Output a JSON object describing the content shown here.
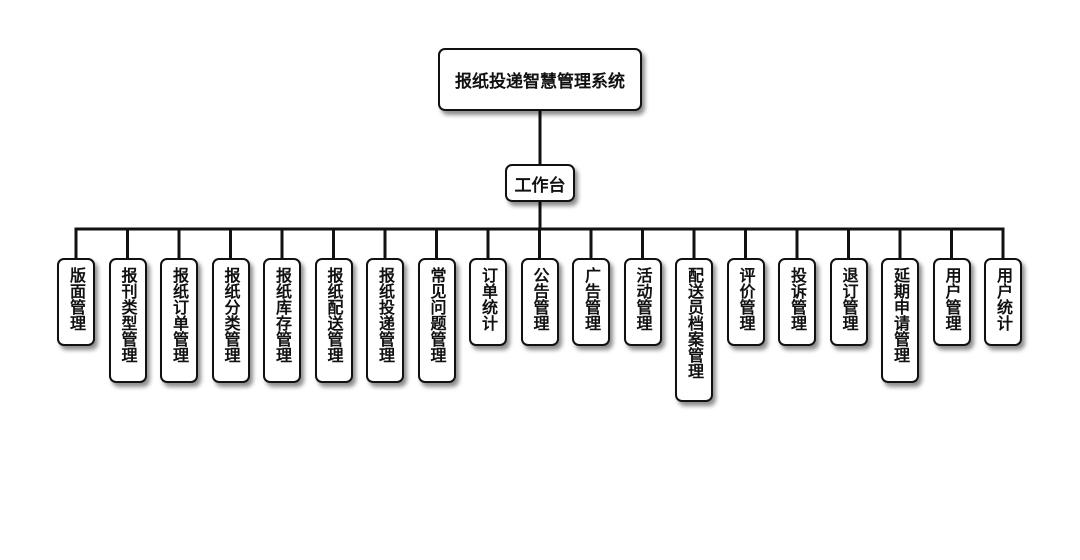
{
  "root": {
    "label": "报纸投递智慧管理系统"
  },
  "hub": {
    "label": "工作台"
  },
  "modules": [
    {
      "label": "版面管理"
    },
    {
      "label": "报刊类型管理"
    },
    {
      "label": "报纸订单管理"
    },
    {
      "label": "报纸分类管理"
    },
    {
      "label": "报纸库存管理"
    },
    {
      "label": "报纸配送管理"
    },
    {
      "label": "报纸投递管理"
    },
    {
      "label": "常见问题管理"
    },
    {
      "label": "订单统计"
    },
    {
      "label": "公告管理"
    },
    {
      "label": "广告管理"
    },
    {
      "label": "活动管理"
    },
    {
      "label": "配送员档案管理"
    },
    {
      "label": "评价管理"
    },
    {
      "label": "投诉管理"
    },
    {
      "label": "退订管理"
    },
    {
      "label": "延期申请管理"
    },
    {
      "label": "用户管理"
    },
    {
      "label": "用户统计"
    }
  ],
  "colors": {
    "line": "#111111",
    "box_border": "#111111",
    "background": "#ffffff"
  }
}
